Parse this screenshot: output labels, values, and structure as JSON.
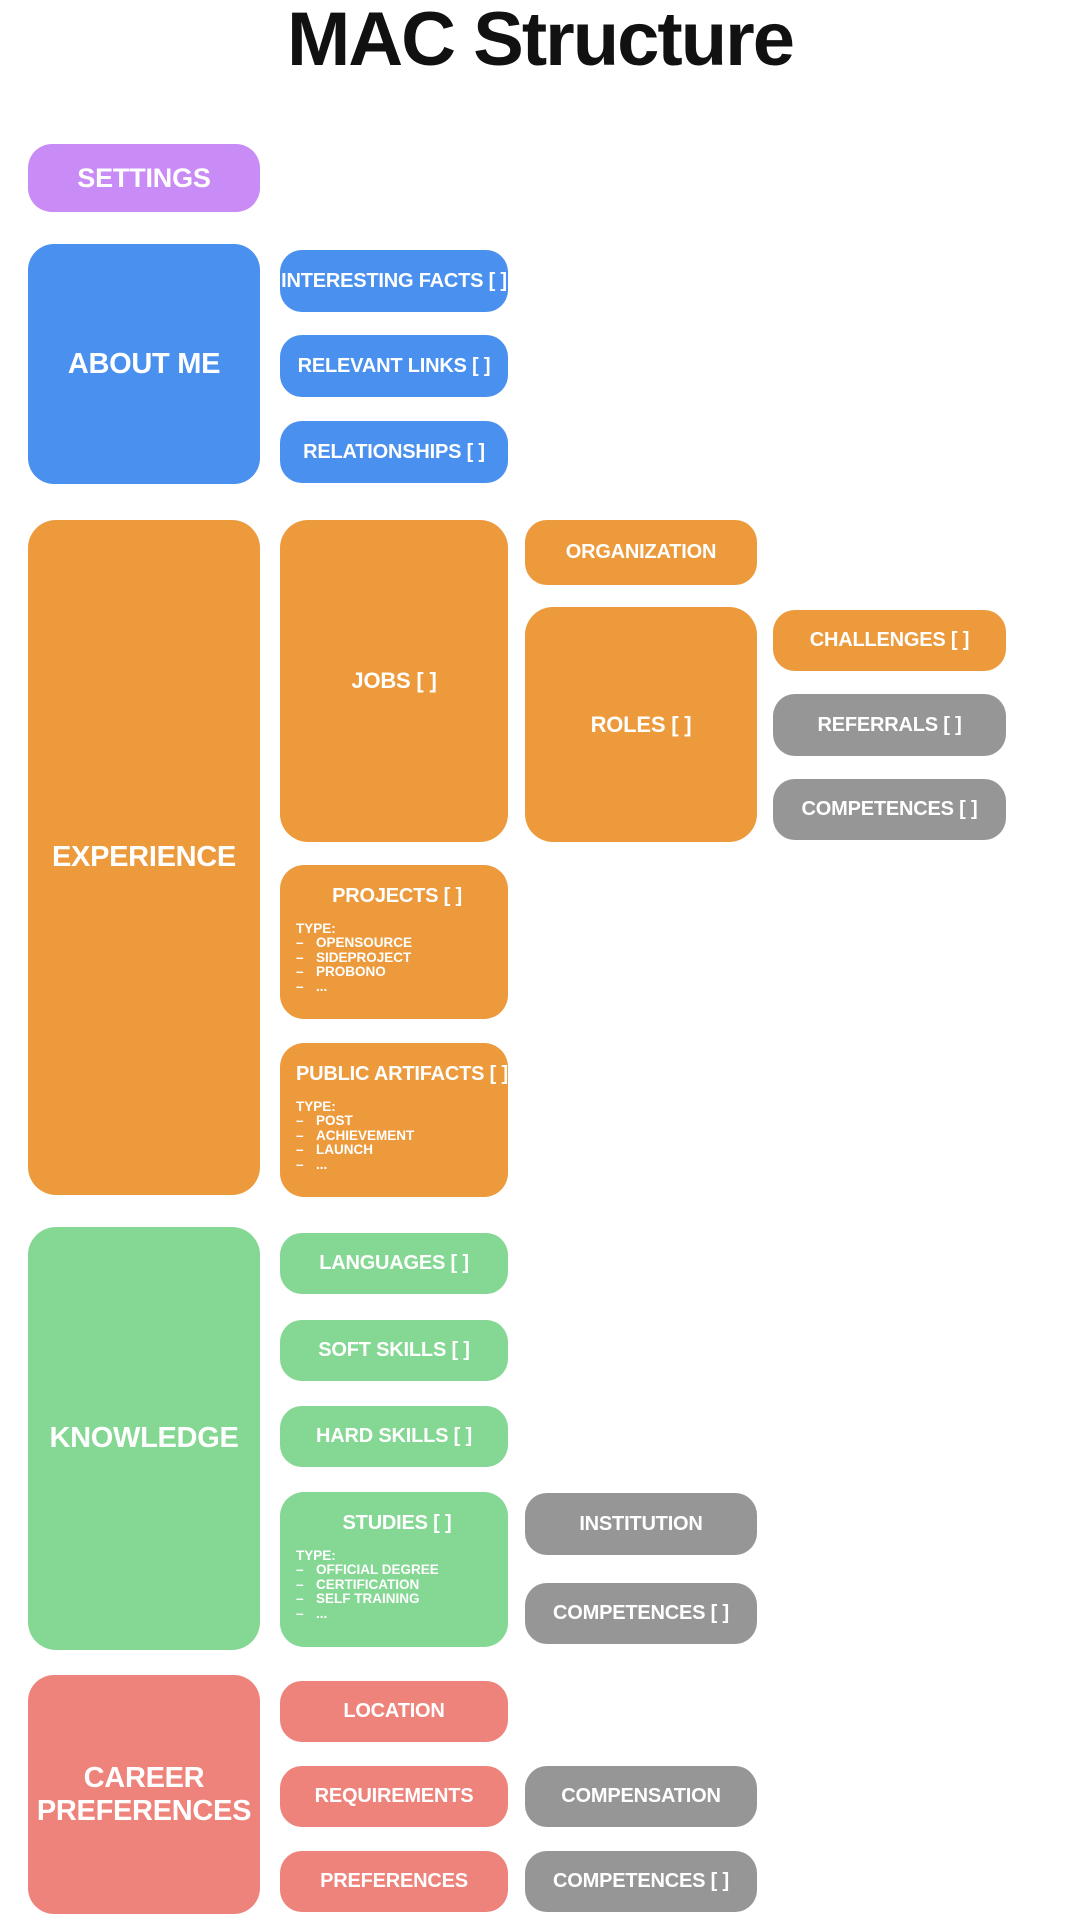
{
  "title": "MAC Structure",
  "colors": {
    "purple": "#c98bf5",
    "blue": "#4a90ee",
    "orange": "#ec9a3c",
    "green": "#85d794",
    "salmon": "#ee837b",
    "gray": "#969696"
  },
  "settings": {
    "label": "SETTINGS"
  },
  "about": {
    "label": "ABOUT ME",
    "facts": "INTERESTING FACTS [ ]",
    "links": "RELEVANT LINKS [ ]",
    "relationships": "RELATIONSHIPS [ ]"
  },
  "experience": {
    "label": "EXPERIENCE",
    "jobs": "JOBS [ ]",
    "organization": "ORGANIZATION",
    "roles": "ROLES [ ]",
    "challenges": "CHALLENGES [ ]",
    "referrals": "REFERRALS [ ]",
    "competences": "COMPETENCES [ ]",
    "projects": {
      "label": "PROJECTS [ ]",
      "type_label": "TYPE:",
      "types": [
        "OPENSOURCE",
        "SIDEPROJECT",
        "PROBONO",
        "..."
      ]
    },
    "artifacts": {
      "label": "PUBLIC ARTIFACTS [ ]",
      "type_label": "TYPE:",
      "types": [
        "POST",
        "ACHIEVEMENT",
        "LAUNCH",
        "..."
      ]
    }
  },
  "knowledge": {
    "label": "KNOWLEDGE",
    "languages": "LANGUAGES [ ]",
    "soft_skills": "SOFT SKILLS [ ]",
    "hard_skills": "HARD SKILLS [ ]",
    "studies": {
      "label": "STUDIES [ ]",
      "type_label": "TYPE:",
      "types": [
        "OFFICIAL DEGREE",
        "CERTIFICATION",
        "SELF TRAINING",
        "..."
      ]
    },
    "institution": "INSTITUTION",
    "competences": "COMPETENCES [ ]"
  },
  "career": {
    "label": "CAREER PREFERENCES",
    "location": "LOCATION",
    "requirements": "REQUIREMENTS",
    "preferences": "PREFERENCES",
    "compensation": "COMPENSATION",
    "competences": "COMPETENCES [ ]"
  }
}
